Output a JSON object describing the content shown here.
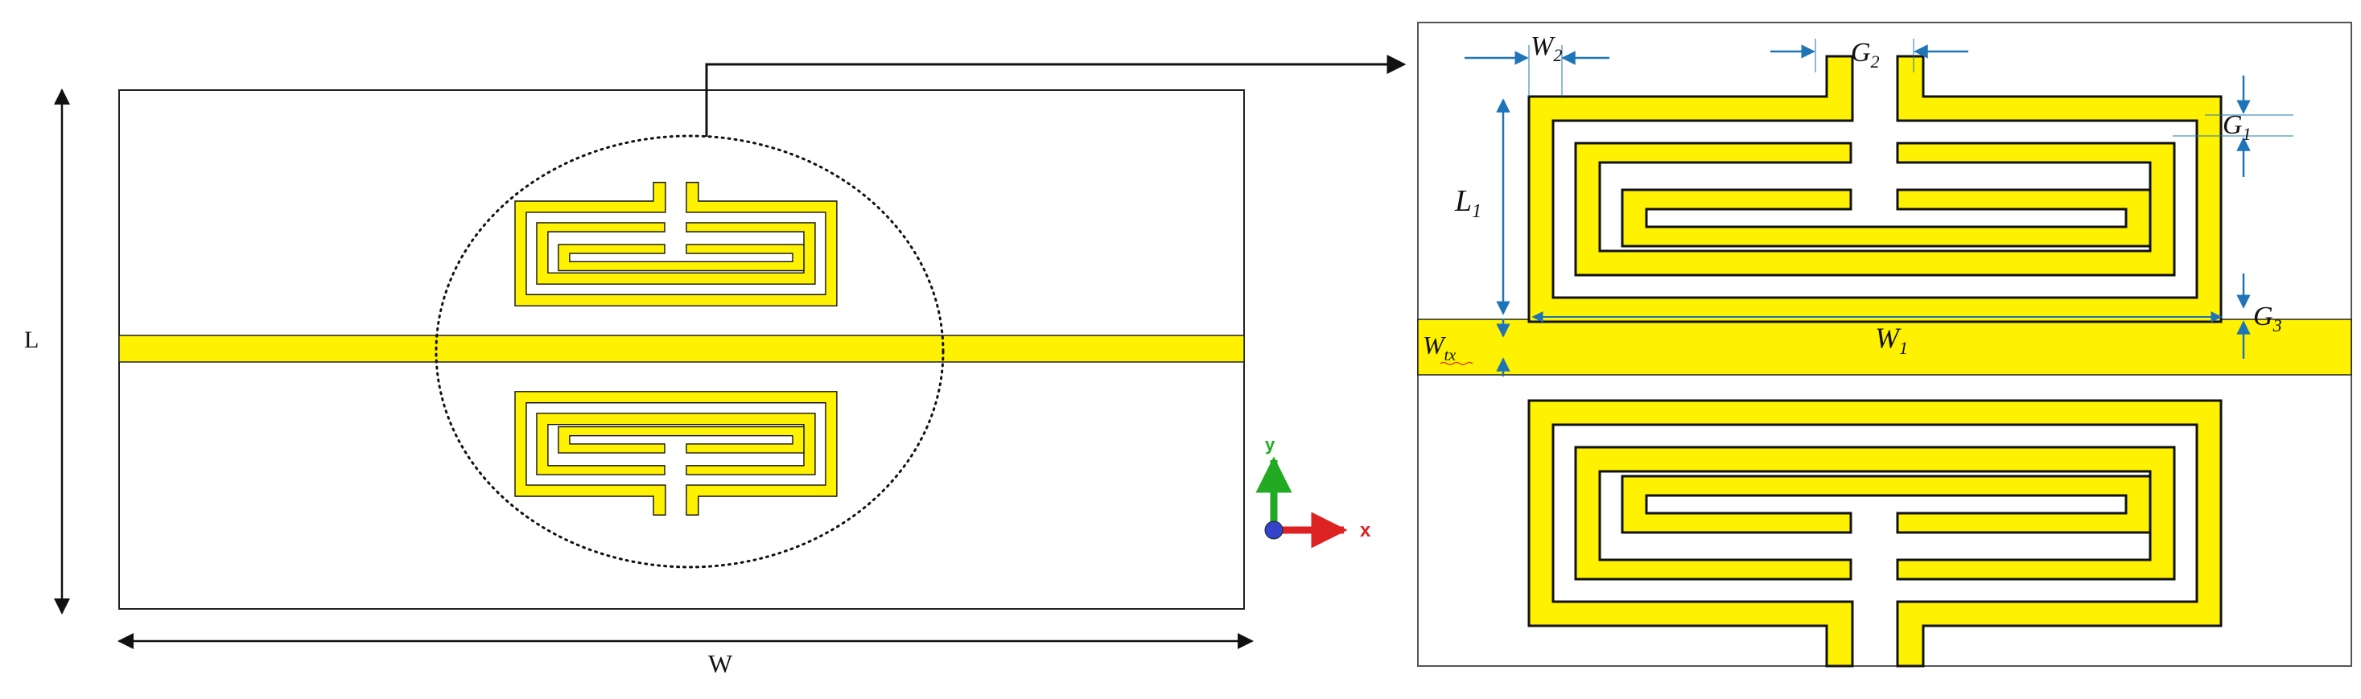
{
  "colors": {
    "conductor": "#FFF200",
    "outline": "#111111",
    "dim_arrow": "#1F74B8",
    "axis_y": "#22AA22",
    "axis_x": "#DD2222",
    "axis_z": "#3344CC"
  },
  "overview": {
    "length_label": "L",
    "width_label": "W",
    "axis_x_label": "x",
    "axis_y_label": "y"
  },
  "detail": {
    "labels": {
      "w2": "W",
      "w2_sub": "2",
      "g2": "G",
      "g2_sub": "2",
      "g1": "G",
      "g1_sub": "1",
      "l1": "L",
      "l1_sub": "1",
      "w1": "W",
      "w1_sub": "1",
      "g3": "G",
      "g3_sub": "3",
      "wtx": "W",
      "wtx_sub": "tx"
    }
  }
}
